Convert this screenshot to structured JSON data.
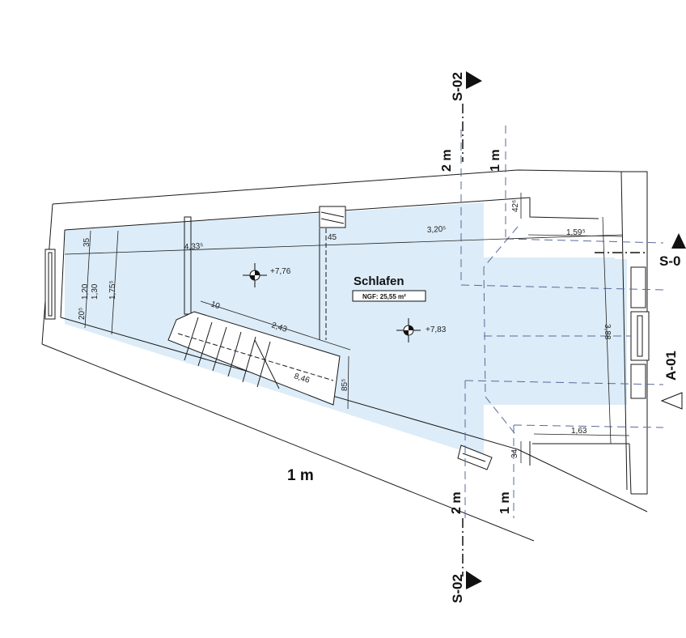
{
  "room": {
    "name": "Schlafen",
    "area_label": "NGF: 25,55 m²"
  },
  "levels": [
    {
      "label": "+7,76"
    },
    {
      "label": "+7,83"
    }
  ],
  "section_markers": {
    "top": "S-02",
    "bottom": "S-02",
    "right": "S-0",
    "view": "A-01"
  },
  "scale_labels": {
    "top_2m": "2 m",
    "top_1m": "1 m",
    "bottom_2m": "2 m",
    "bottom_1m": "1 m",
    "left_1m": "1 m"
  },
  "dimensions": {
    "d_35": "35",
    "d_120": "1,20",
    "d_130": "1,30",
    "d_175": "1,75⁵",
    "d_20": "20⁵",
    "d_4335": "4,33⁵",
    "d_45": "45",
    "d_3205": "3,20⁵",
    "d_42": "42⁶",
    "d_1595": "1,59⁵",
    "d_388": "3,88",
    "d_163": "1,63",
    "d_34": "34",
    "d_10": "10",
    "d_243": "2,43",
    "d_846": "8,46",
    "d_85": "85⁵"
  },
  "colors": {
    "room_fill": "#dcecf8",
    "line": "#1a1a1a",
    "dashed_blue": "#5a6a9a"
  }
}
